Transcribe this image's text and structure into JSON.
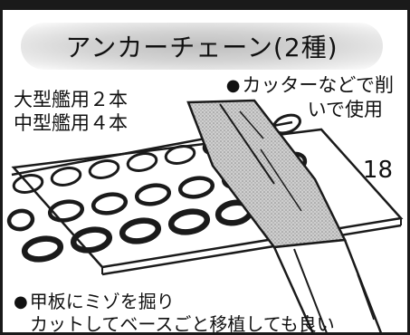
{
  "diagram": {
    "title": "アンカーチェーン(2種)",
    "ship_counts": {
      "large": "大型艦用２本",
      "medium": "中型艦用４本"
    },
    "cutter_note": {
      "bullet": "●",
      "line1": "カッターなどで削",
      "line2": "いで使用"
    },
    "page_number": "18",
    "deck_note": {
      "bullet": "●",
      "line1": "甲板にミゾを掘り",
      "line2": "カットしてベースごと移植しても良い"
    }
  }
}
